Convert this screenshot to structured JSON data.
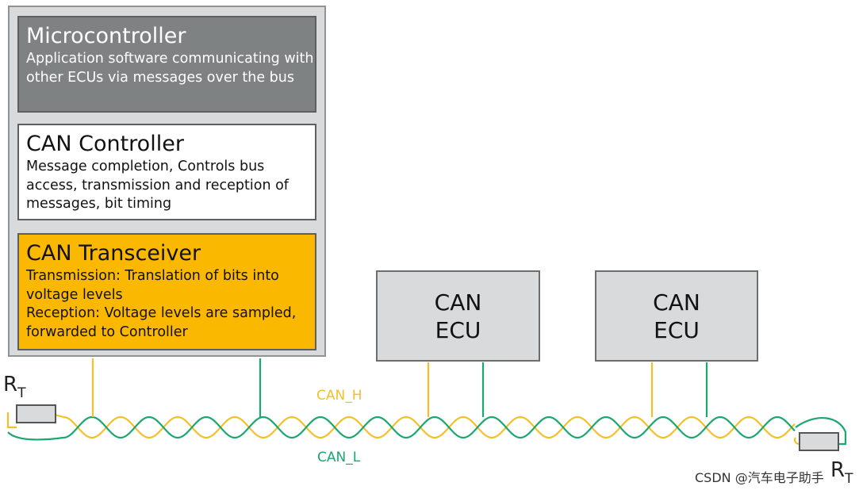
{
  "microcontroller": {
    "title": "Microcontroller",
    "description": "Application software communicating with other ECUs via messages over the bus"
  },
  "can_controller": {
    "title": "CAN Controller",
    "description": "Message completion, Controls bus access, transmission and reception of messages, bit timing"
  },
  "can_transceiver": {
    "title": "CAN Transceiver",
    "transmission": "Transmission: Translation of bits into voltage levels",
    "reception": "Reception: Voltage levels are sampled, forwarded to Controller"
  },
  "ecus": [
    {
      "line1": "CAN",
      "line2": "ECU"
    },
    {
      "line1": "CAN",
      "line2": "ECU"
    }
  ],
  "bus": {
    "can_h_label": "CAN_H",
    "can_l_label": "CAN_L"
  },
  "terminator": {
    "symbol": "R",
    "subscript": "T"
  },
  "watermark": "CSDN @汽车电子助手",
  "colors": {
    "can_h": "#f3bf2a",
    "can_l": "#1aa86e",
    "transceiver_fill": "#fbb800",
    "microcontroller_fill": "#7f8283",
    "panel_fill": "#d9dadb"
  }
}
